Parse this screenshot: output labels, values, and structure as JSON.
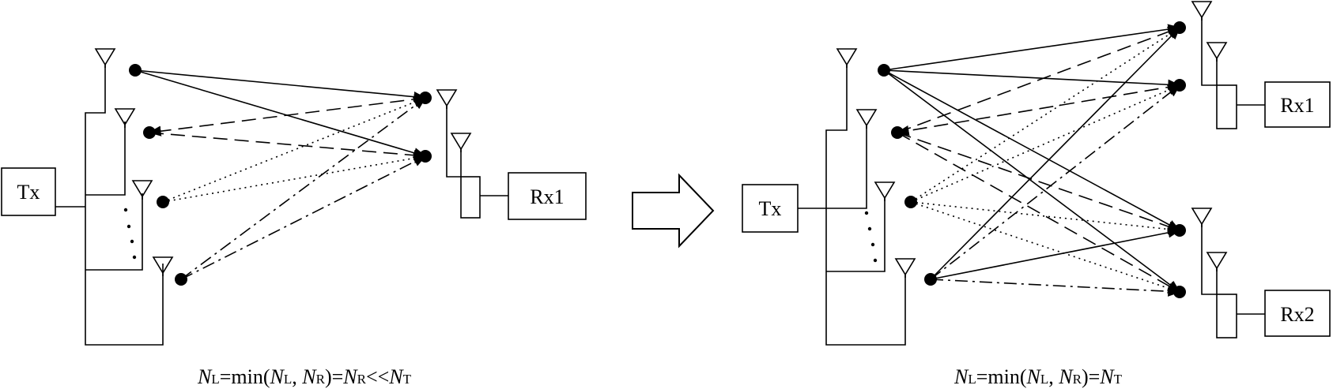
{
  "left": {
    "tx_label": "Tx",
    "rx_labels": [
      "Rx1"
    ],
    "formula": {
      "N_L": "N",
      "L": "L",
      "eq1": "=min(",
      "N1": "N",
      "L1": "L",
      "comma": ", ",
      "N2": "N",
      "R2": "R",
      "eq2": ")=",
      "N3": "N",
      "R3": "R",
      "ll": "<<",
      "N4": "N",
      "T4": "T"
    }
  },
  "right": {
    "tx_label": "Tx",
    "rx_labels": [
      "Rx1",
      "Rx2"
    ],
    "formula": {
      "N_L": "N",
      "L": "L",
      "eq1": "=min(",
      "N1": "N",
      "L1": "L",
      "comma": ", ",
      "N2": "N",
      "R2": "R",
      "eq2": ")=",
      "N3": "N",
      "T3": "T"
    }
  },
  "icons": {
    "transition_arrow": "block-right-arrow-icon",
    "antenna": "antenna-icon",
    "scatterer": "scatterer-dot-icon"
  },
  "colors": {
    "line": "#000000",
    "background": "#ffffff"
  }
}
